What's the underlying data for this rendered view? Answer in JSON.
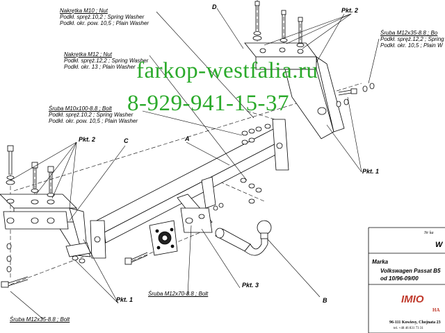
{
  "labels": {
    "nut_m10": [
      "Nakrętka  M10 ; Nut",
      "Podkł. spręż.10,2 ; Spring Washer",
      "Podkł. okr. pow. 10,5 ; Plain Washer"
    ],
    "nut_m12": [
      "Nakrętka  M12 ; Nut",
      "Podkł. spręż.12,2 ; Spring Washer",
      "Podkł. okr. 13 ; Plain Washer"
    ],
    "bolt_m10": [
      "Śruba M10x100-8.8 ;  Bolt",
      "Podkł. spręż.10,2 ; Spring Washer",
      "Podkł. okr. pow. 10,5 ; Plain Washer"
    ],
    "bolt_m12_right": [
      "Śruba M12x35-8.8 ;  Bo",
      "Podkł. spręż.12,2 ; Spring",
      "Podkł. okr. 10,5 ; Plain W"
    ],
    "bolt_m12x70": "Śruba M12x70-8.8 ;  Bolt",
    "bolt_m12x35": "Śruba M12x35-8.8 ;  Bolt"
  },
  "callouts": {
    "pkt2_top": "Pkt. 2",
    "pkt2_left": "Pkt. 2",
    "pkt1_right": "Pkt. 1",
    "pkt1_bottom": "Pkt. 1",
    "pkt3": "Pkt. 3",
    "letter_a": "A",
    "letter_b": "B",
    "letter_c": "C",
    "letter_d": "D"
  },
  "watermark": {
    "site": "farkop-westfalia.ru",
    "phone": "8-929-941-15-37",
    "color": "#1aa31a"
  },
  "title_block": {
    "nr_label": "Nr ka",
    "model_code": "W",
    "marka_label": "Marka",
    "vehicle": "Volkswagen Passat B5",
    "years": "od 10/96-09/00",
    "logo": "IMIO",
    "logo_sub": "HA",
    "address": "96-111 Kowiesy, Chojnata 23",
    "phone": "tel. +48 46 831 73 31",
    "logo_color": "#c0392b"
  }
}
